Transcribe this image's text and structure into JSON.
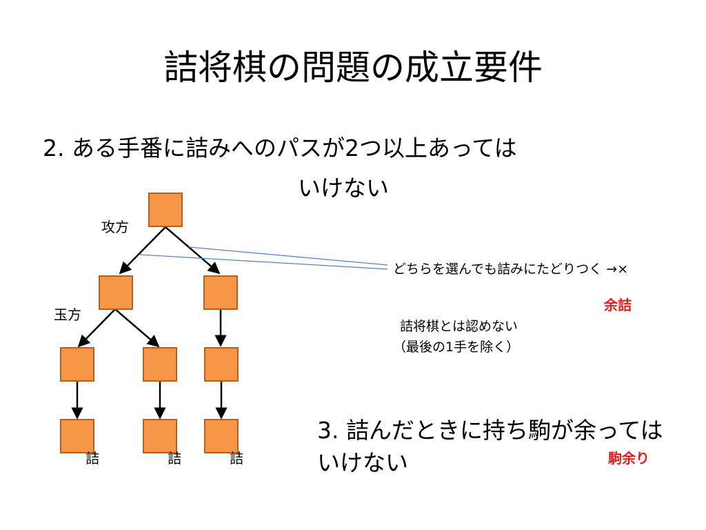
{
  "slide": {
    "title": "詰将棋の問題の成立要件",
    "section2": {
      "line1": "2. ある手番に詰みへのパスが2つ以上あっては",
      "line2": "いけない"
    },
    "tree": {
      "attacker_label": "攻方",
      "defender_label": "玉方",
      "mate_labels": [
        "詰",
        "詰",
        "詰"
      ],
      "node_fill": "#f79646",
      "node_border": "#b65f1d",
      "pointer_color": "#4f81bd"
    },
    "annotation": {
      "choose": "どちらを選んでも詰みにたどりつく →×",
      "yozume": "余詰",
      "note_line1": "詰将棋とは認めない",
      "note_line2": "（最後の1手を除く）",
      "red_color": "#e31b1b"
    },
    "section3": {
      "line1": "3. 詰んだときに持ち駒が余っては",
      "line2": "いけない",
      "komaamari": "駒余り"
    }
  }
}
